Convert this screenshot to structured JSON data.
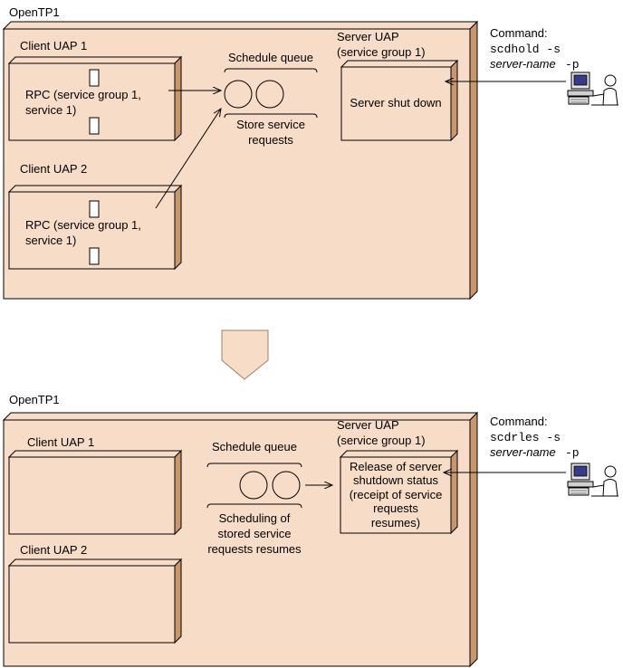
{
  "colors": {
    "box_fill": "#f7dcc7",
    "box_side": "#c8976b",
    "box_stroke": "#000000",
    "transition_arrow": "#f7dcc7"
  },
  "top": {
    "title": "OpenTP1",
    "client1": {
      "label": "Client UAP 1",
      "rpc_line1": "RPC (service group 1,",
      "rpc_line2": "service 1)"
    },
    "client2": {
      "label": "Client UAP 2",
      "rpc_line1": "RPC (service group 1,",
      "rpc_line2": "service 1)"
    },
    "queue": {
      "label": "Schedule queue",
      "caption_line1": "Store service",
      "caption_line2": "requests"
    },
    "server": {
      "label_line1": "Server UAP",
      "label_line2": "(service group 1)",
      "body": "Server shut down"
    },
    "command": {
      "label": "Command:",
      "cmd": "scdhold -s",
      "arg_italic": "server-name",
      "arg_flag": "-p"
    }
  },
  "bottom": {
    "title": "OpenTP1",
    "client1": {
      "label": "Client UAP 1"
    },
    "client2": {
      "label": "Client UAP 2"
    },
    "queue": {
      "label": "Schedule queue",
      "caption_line1": "Scheduling of",
      "caption_line2": "stored service",
      "caption_line3": "requests resumes"
    },
    "server": {
      "label_line1": "Server UAP",
      "label_line2": "(service group 1)",
      "body_line1": "Release of server",
      "body_line2": "shutdown status",
      "body_line3": "(receipt of service",
      "body_line4": "requests",
      "body_line5": "resumes)"
    },
    "command": {
      "label": "Command:",
      "cmd": "scdrles -s",
      "arg_italic": "server-name",
      "arg_flag": "-p"
    }
  }
}
